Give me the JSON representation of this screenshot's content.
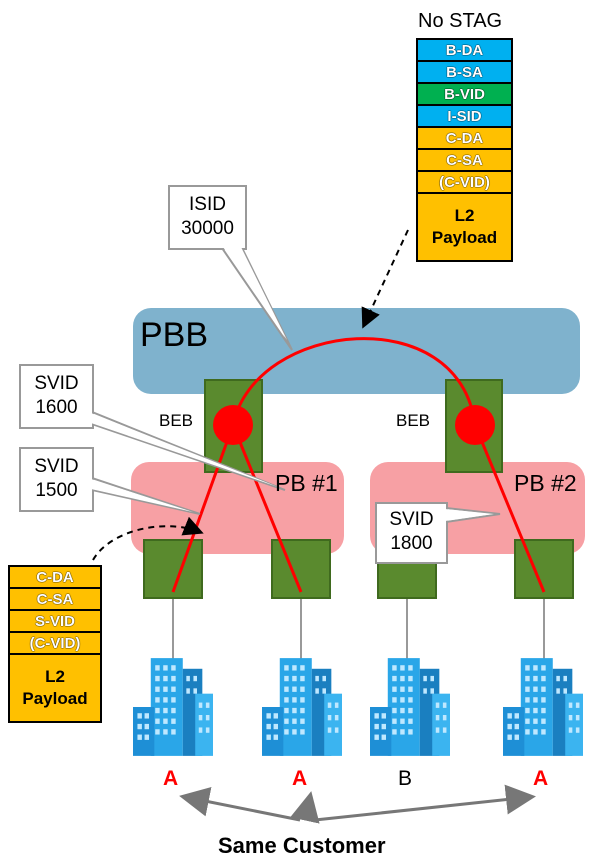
{
  "top_stack": {
    "header": "No STAG",
    "cells": [
      {
        "text": "B-DA",
        "color": "#00b0f0"
      },
      {
        "text": "B-SA",
        "color": "#00b0f0"
      },
      {
        "text": "B-VID",
        "color": "#00b050"
      },
      {
        "text": "I-SID",
        "color": "#00b0f0"
      },
      {
        "text": "C-DA",
        "color": "#ffc000"
      },
      {
        "text": "C-SA",
        "color": "#ffc000"
      },
      {
        "text": "(C-VID)",
        "color": "#ffc000"
      }
    ],
    "payload_line1": "L2",
    "payload_line2": "Payload"
  },
  "left_stack": {
    "cells": [
      {
        "text": "C-DA",
        "color": "#ffc000"
      },
      {
        "text": "C-SA",
        "color": "#ffc000"
      },
      {
        "text": "S-VID",
        "color": "#ffc000"
      },
      {
        "text": "(C-VID)",
        "color": "#ffc000"
      }
    ],
    "payload_line1": "L2",
    "payload_line2": "Payload"
  },
  "callouts": {
    "isid": {
      "line1": "ISID",
      "line2": "30000"
    },
    "svid1600": {
      "line1": "SVID",
      "line2": "1600"
    },
    "svid1500": {
      "line1": "SVID",
      "line2": "1500"
    },
    "svid1800": {
      "line1": "SVID",
      "line2": "1800"
    }
  },
  "labels": {
    "pbb": "PBB",
    "beb_left": "BEB",
    "beb_right": "BEB",
    "pb1": "PB #1",
    "pb2": "PB #2"
  },
  "customers": [
    "A",
    "A",
    "B",
    "A"
  ],
  "caption": "Same Customer",
  "colors": {
    "pbb_cloud": "#7fb2cd",
    "pb_cloud": "#f7a0a4",
    "switch_green": "#5a8a2e",
    "tunnel_red": "#ff0000",
    "building_blue": "#2aa6e8"
  }
}
